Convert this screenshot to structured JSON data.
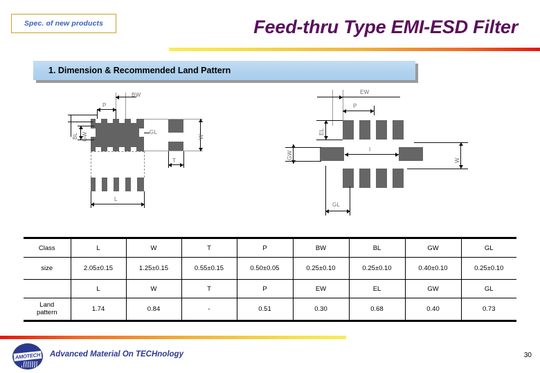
{
  "header": {
    "badge_label": "Spec. of new products",
    "title": "Feed-thru Type EMI-ESD Filter",
    "badge_border_color": "#c9a227",
    "badge_text_color": "#3a5fbf",
    "title_color": "#5b0f5b",
    "rule_gradient_from": "#f7ec5a",
    "rule_gradient_to": "#e8150c"
  },
  "section": {
    "heading": "1. Dimension & Recommended Land Pattern",
    "bar_color": "#b4d4f0"
  },
  "diagram": {
    "left": {
      "name": "component-dimension-drawing",
      "labels": {
        "p": "P",
        "bw": "BW",
        "bl": "BL",
        "gw": "GW",
        "gl": "GL",
        "w": "W",
        "t": "T",
        "l": "L"
      }
    },
    "right": {
      "name": "recommended-land-pattern-drawing",
      "labels": {
        "ew_top": "EW",
        "p": "P",
        "el": "EL",
        "gw": "GW",
        "i": "I",
        "w": "W",
        "gl": "GL"
      }
    }
  },
  "table": {
    "rows": [
      {
        "type": "header",
        "cells": [
          "Class",
          "L",
          "W",
          "T",
          "P",
          "BW",
          "BL",
          "GW",
          "GL"
        ]
      },
      {
        "type": "data",
        "cells": [
          "size",
          "2.05±0.15",
          "1.25±0.15",
          "0.55±0.15",
          "0.50±0.05",
          "0.25±0.10",
          "0.25±0.10",
          "0.40±0.10",
          "0.25±0.10"
        ]
      },
      {
        "type": "header",
        "cells": [
          "",
          "L",
          "W",
          "T",
          "P",
          "EW",
          "EL",
          "GW",
          "GL"
        ]
      },
      {
        "type": "data",
        "cells": [
          "Land pattern",
          "1.74",
          "0.84",
          "-",
          "0.51",
          "0.30",
          "0.68",
          "0.40",
          "0.73"
        ]
      }
    ],
    "land_pattern_line1": "Land",
    "land_pattern_line2": "pattern"
  },
  "footer": {
    "logo_text": "AMOTECH",
    "tagline": "Advanced Material On TECHnology",
    "page_number": "30",
    "brand_color": "#2b3a8f",
    "rule_gradient_from": "#e8150c",
    "rule_gradient_to": "#f7ec5a"
  }
}
